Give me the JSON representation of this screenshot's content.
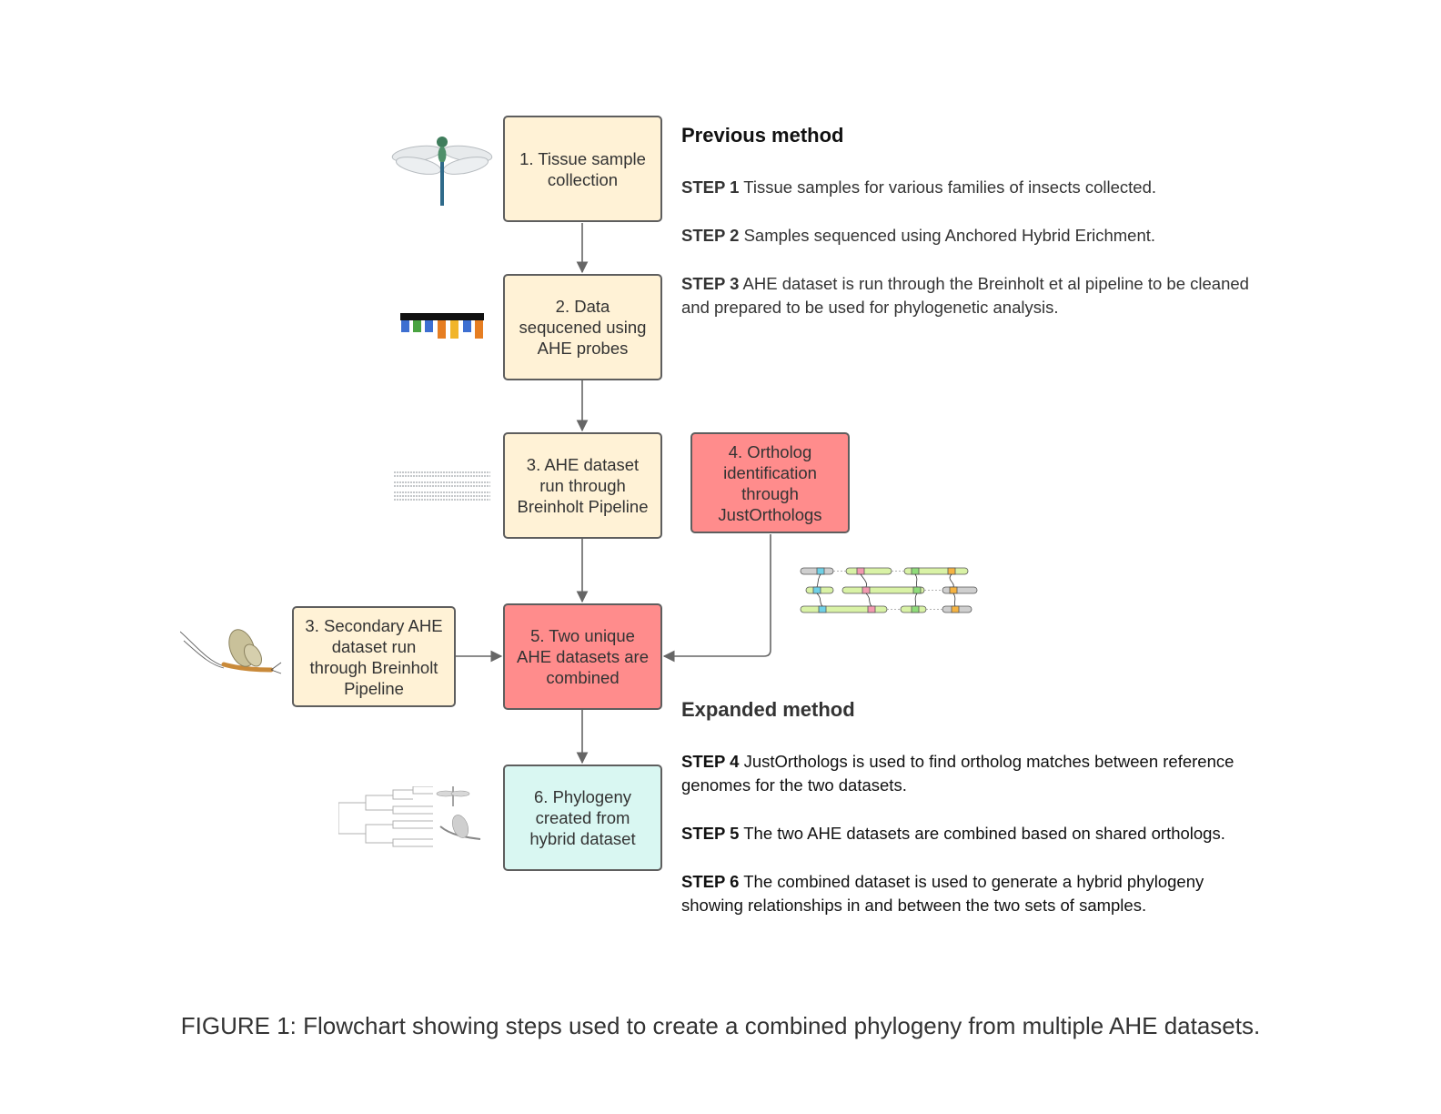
{
  "nodes": {
    "n1": "1. Tissue sample collection",
    "n2": "2. Data sequcened using AHE probes",
    "n3": "3. AHE dataset run through Breinholt Pipeline",
    "n3b": "3. Secondary AHE dataset run through Breinholt Pipeline",
    "n4": "4. Ortholog identification through JustOrthologs",
    "n5": "5. Two unique AHE datasets are combined",
    "n6": "6. Phylogeny created from hybrid dataset"
  },
  "previous_method": {
    "heading": "Previous method",
    "steps": [
      {
        "label": "STEP 1",
        "text": "Tissue samples for various families of insects collected."
      },
      {
        "label": "STEP 2",
        "text": "Samples sequenced using Anchored Hybrid Erichment."
      },
      {
        "label": "STEP 3",
        "text": "AHE dataset is run through the Breinholt et al pipeline to be cleaned and prepared to be used for phylogenetic analysis."
      }
    ]
  },
  "expanded_method": {
    "heading": "Expanded method",
    "steps": [
      {
        "label": "STEP 4",
        "text": "JustOrthologs is used to find ortholog matches between reference genomes for the two datasets."
      },
      {
        "label": "STEP 5",
        "text": "The two AHE datasets are combined based on shared orthologs."
      },
      {
        "label": "STEP 6",
        "text": "The combined dataset is used to generate a hybrid phylogeny showing relationships in and between the two sets of samples."
      }
    ]
  },
  "caption": "FIGURE 1: Flowchart showing steps used to create a combined phylogeny from multiple AHE datasets.",
  "colors": {
    "cream_fill": "#fff2d6",
    "red_fill": "#ff8c8c",
    "mint_fill": "#d9f7f2",
    "border": "#5e5e5e",
    "connector": "#666666"
  },
  "icons": [
    "dragonfly-illustration",
    "sequencing-probe-bars-icon",
    "sequence-alignment-thumbnail",
    "mayfly-illustration",
    "ortholog-chromosome-map",
    "phylogeny-tree-thumbnail"
  ]
}
